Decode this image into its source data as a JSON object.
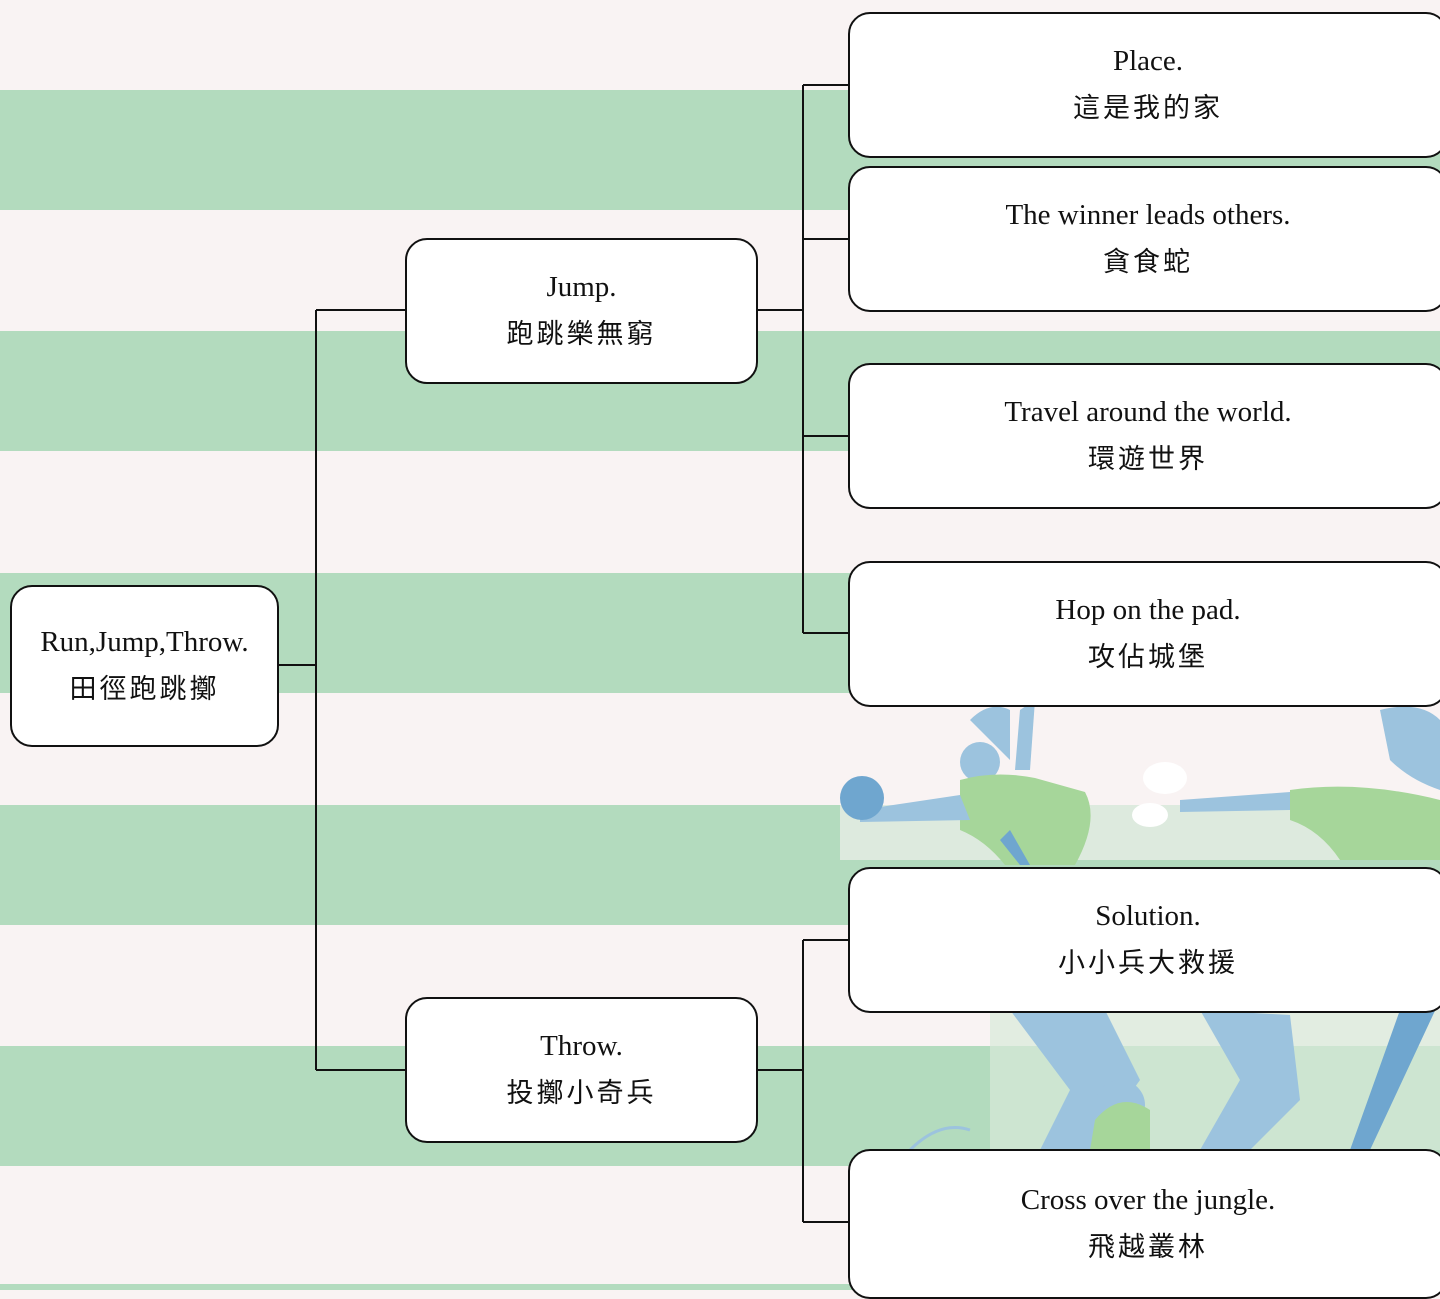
{
  "colors": {
    "background": "#f9f3f3",
    "stripe": "#b3dbbe",
    "node_fill": "#ffffff",
    "node_border": "#111111",
    "photo_blue": "#9cc3de",
    "photo_green": "#a6d69a"
  },
  "root": {
    "en": "Run,Jump,Throw.",
    "zh": "田徑跑跳擲"
  },
  "branches": [
    {
      "en": "Jump.",
      "zh": "跑跳樂無窮",
      "children": [
        {
          "en": "Place.",
          "zh": "這是我的家"
        },
        {
          "en": "The winner leads others.",
          "zh": "貪食蛇"
        },
        {
          "en": "Travel around the world.",
          "zh": "環遊世界"
        },
        {
          "en": "Hop on the pad.",
          "zh": "攻佔城堡"
        }
      ]
    },
    {
      "en": "Throw.",
      "zh": "投擲小奇兵",
      "children": [
        {
          "en": "Solution.",
          "zh": "小小兵大救援"
        },
        {
          "en": "Cross over the jungle.",
          "zh": "飛越叢林"
        }
      ]
    }
  ]
}
